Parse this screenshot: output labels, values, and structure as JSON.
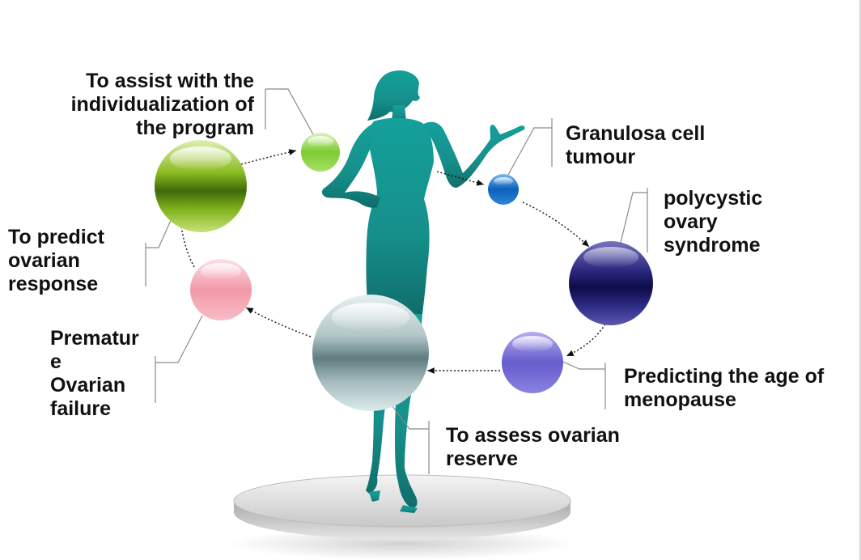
{
  "labels": {
    "individualization": "To assist with the\nindividualization of\nthe program",
    "granulosa": "Granulosa cell\ntumour",
    "pcos": "polycystic\novary\nsyndrome",
    "predict_response": "To predict\novarian\nresponse",
    "pof": "Prematur\ne\nOvarian\nfailure",
    "menopause": "Predicting the age of\nmenopause",
    "ovarian_reserve": "To assess ovarian\nreserve"
  },
  "colors": {
    "silhouette": "#169a96",
    "green_sphere": "#6ea01a",
    "light_green_sphere": "#8fd640",
    "blue_sphere": "#0a6ec4",
    "navy_sphere": "#1d1a6a",
    "lavender_sphere": "#7068d2",
    "pink_sphere": "#f4aab6",
    "silver_sphere": "#9cb2b4",
    "pedestal": "#d0d0d0"
  }
}
